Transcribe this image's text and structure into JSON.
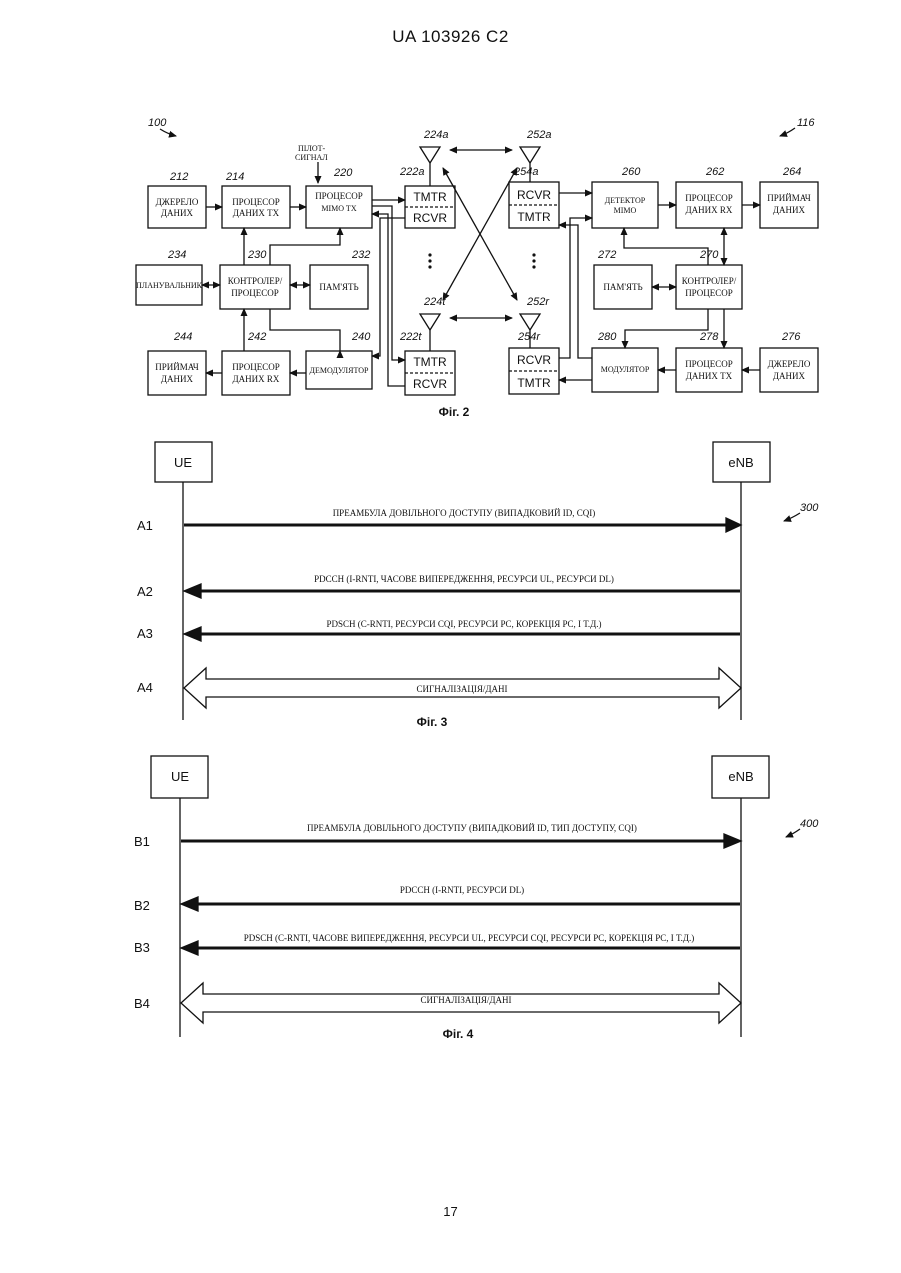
{
  "header": {
    "text": "UA   103926   C2"
  },
  "footer": {
    "page_number": "17"
  },
  "fig2": {
    "caption": "Фіг. 2",
    "refs": {
      "r100": "100",
      "r116": "116"
    },
    "pilot": {
      "line1": "ПІЛОТ-",
      "line2": "СИГНАЛ"
    },
    "tx_side": {
      "source": {
        "num": "212",
        "line1": "ДЖЕРЕЛО",
        "line2": "ДАНИХ"
      },
      "tx_proc": {
        "num": "214",
        "line1": "ПРОЦЕСОР",
        "line2": "ДАНИХ TX"
      },
      "mimo_proc": {
        "num": "220",
        "line1": "ПРОЦЕСОР",
        "line2": "MIMO TX"
      },
      "scheduler": {
        "num": "234",
        "text": "ПЛАНУВАЛЬНИК"
      },
      "controller": {
        "num": "230",
        "line1": "КОНТРОЛЕР/",
        "line2": "ПРОЦЕСОР"
      },
      "memory": {
        "num": "232",
        "text": "ПАМ'ЯТЬ"
      },
      "sink": {
        "num": "244",
        "line1": "ПРИЙМАЧ",
        "line2": "ДАНИХ"
      },
      "rx_proc": {
        "num": "242",
        "line1": "ПРОЦЕСОР",
        "line2": "ДАНИХ RX"
      },
      "demod": {
        "num": "240",
        "text": "ДЕМОДУЛЯТОР"
      }
    },
    "trx_left": {
      "top": {
        "num": "222a",
        "antenna": "224a",
        "tmtr": "TMTR",
        "rcvr": "RCVR"
      },
      "bottom": {
        "num": "222t",
        "antenna": "224t",
        "tmtr": "TMTR",
        "rcvr": "RCVR"
      }
    },
    "trx_right": {
      "top": {
        "num": "254a",
        "antenna": "252a",
        "rcvr": "RCVR",
        "tmtr": "TMTR"
      },
      "bottom": {
        "num": "254r",
        "antenna": "252r",
        "rcvr": "RCVR",
        "tmtr": "TMTR"
      }
    },
    "rx_side": {
      "mimo_det": {
        "num": "260",
        "line1": "ДЕТЕКТОР",
        "line2": "MIMO"
      },
      "rx_proc": {
        "num": "262",
        "line1": "ПРОЦЕСОР",
        "line2": "ДАНИХ RX"
      },
      "sink": {
        "num": "264",
        "line1": "ПРИЙМАЧ",
        "line2": "ДАНИХ"
      },
      "memory": {
        "num": "272",
        "text": "ПАМ'ЯТЬ"
      },
      "controller": {
        "num": "270",
        "line1": "КОНТРОЛЕР/",
        "line2": "ПРОЦЕСОР"
      },
      "modulator": {
        "num": "280",
        "text": "МОДУЛЯТОР"
      },
      "tx_proc": {
        "num": "278",
        "line1": "ПРОЦЕСОР",
        "line2": "ДАНИХ TX"
      },
      "source": {
        "num": "276",
        "line1": "ДЖЕРЕЛО",
        "line2": "ДАНИХ"
      }
    }
  },
  "fig3": {
    "caption": "Фіг. 3",
    "ref": "300",
    "ue": "UE",
    "enb": "eNB",
    "steps": [
      {
        "id": "A1",
        "text": "ПРЕАМБУЛА ДОВІЛЬНОГО ДОСТУПУ (ВИПАДКОВИЙ ID, CQI)"
      },
      {
        "id": "A2",
        "text": "PDCCH (I-RNTI, ЧАСОВЕ ВИПЕРЕДЖЕННЯ, РЕСУРСИ UL, РЕСУРСИ DL)"
      },
      {
        "id": "A3",
        "text": "PDSCH (C-RNTI, РЕСУРСИ CQI, РЕСУРСИ PC, КОРЕКЦІЯ PC, І Т.Д.)"
      },
      {
        "id": "A4",
        "text": "СИГНАЛІЗАЦІЯ/ДАНІ"
      }
    ]
  },
  "fig4": {
    "caption": "Фіг. 4",
    "ref": "400",
    "ue": "UE",
    "enb": "eNB",
    "steps": [
      {
        "id": "B1",
        "text": "ПРЕАМБУЛА ДОВІЛЬНОГО ДОСТУПУ (ВИПАДКОВИЙ ID, ТИП ДОСТУПУ, CQI)"
      },
      {
        "id": "B2",
        "text": "PDCCH (I-RNTI, РЕСУРСИ DL)"
      },
      {
        "id": "B3",
        "text": "PDSCH (C-RNTI, ЧАСОВЕ ВИПЕРЕДЖЕННЯ, РЕСУРСИ UL, РЕСУРСИ CQI, РЕСУРСИ PC, КОРЕКЦІЯ PC, І Т.Д.)"
      },
      {
        "id": "B4",
        "text": "СИГНАЛІЗАЦІЯ/ДАНІ"
      }
    ]
  }
}
